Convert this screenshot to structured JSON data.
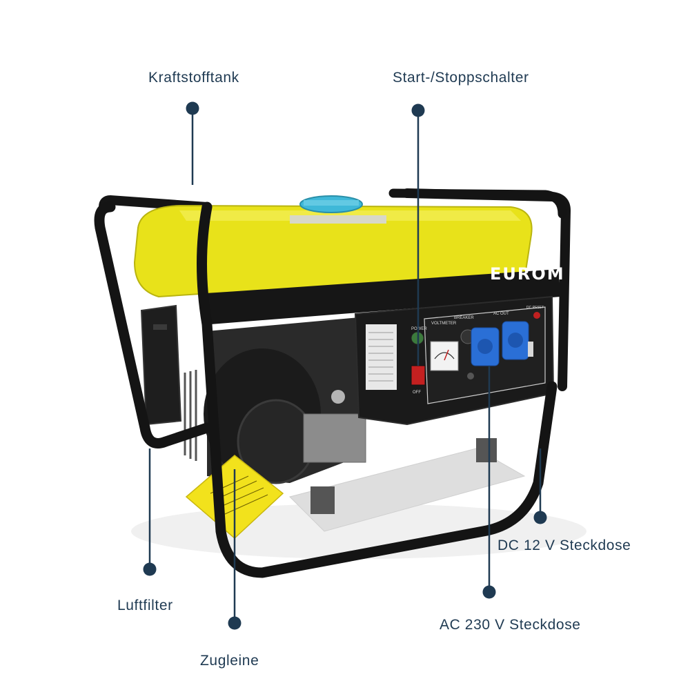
{
  "product": {
    "brand": "EUROM",
    "panel_labels": {
      "voltmeter": "VOLTMETER",
      "breaker": "BREAKER",
      "ac_out": "AC OUT",
      "power": "POWER",
      "off": "OFF",
      "dc_reset": "DC RESET"
    }
  },
  "callouts": {
    "tank": "Kraftstofftank",
    "switch": "Start-/Stoppschalter",
    "dc_socket": "DC 12 V Steckdose",
    "air_filter": "Luftfilter",
    "ac_socket": "AC 230 V Steckdose",
    "pull_cord": "Zugleine"
  },
  "colors": {
    "callout": "#1f3a52",
    "tank_yellow": "#e8e21a",
    "frame_black": "#141414",
    "socket_blue": "#2a6fd6"
  },
  "icons": [
    "callout-dot-icon"
  ]
}
